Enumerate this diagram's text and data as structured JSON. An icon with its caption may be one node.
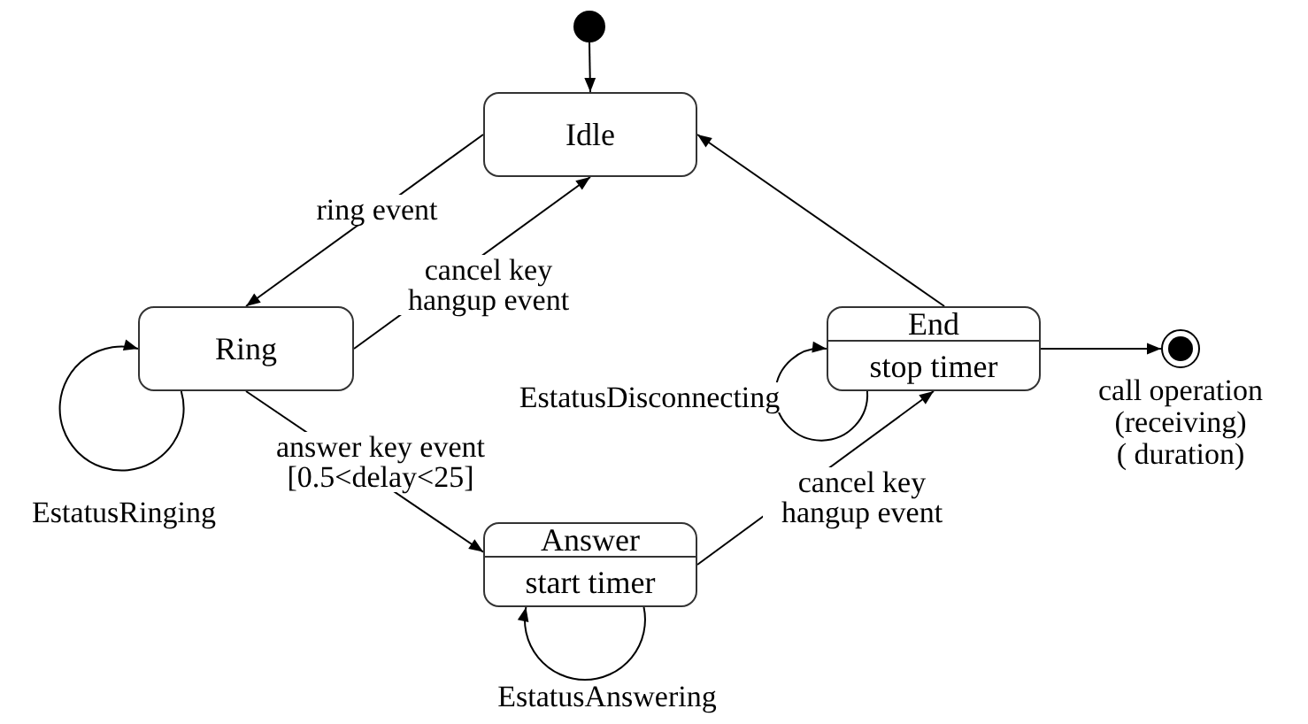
{
  "diagram": {
    "nodes": [
      {
        "text": [],
        "shape": "circle"
      },
      {
        "text": [
          "Idle"
        ]
      },
      {
        "text": [
          "Ring"
        ]
      },
      {
        "text": [
          "Answer",
          "start timer"
        ]
      },
      {
        "text": [
          "End",
          "stop timer"
        ]
      },
      {
        "text": [],
        "shape": "bullseye",
        "beside": [
          "call operation",
          "(receiving)",
          "( duration)"
        ]
      }
    ],
    "edges": [
      {
        "from": 0,
        "to": 1,
        "arrow": "to"
      },
      {
        "from": 1,
        "to": 2,
        "arrow": "to",
        "label": "ring event"
      },
      {
        "from": 2,
        "to": 1,
        "arrow": "to",
        "label": "cancel key hangup event"
      },
      {
        "from": 2,
        "to": 2,
        "arrow": "to",
        "label": "EstatusRinging"
      },
      {
        "from": 2,
        "to": 3,
        "arrow": "to",
        "label": "answer key event [0.5<delay<25]"
      },
      {
        "from": 3,
        "to": 3,
        "arrow": "to",
        "label": "EstatusAnswering"
      },
      {
        "from": 3,
        "to": 4,
        "arrow": "to",
        "label": "cancel key hangup event"
      },
      {
        "from": 4,
        "to": 4,
        "arrow": "to",
        "label": "EstatusDisconnecting"
      },
      {
        "from": 4,
        "to": 1,
        "arrow": "to"
      },
      {
        "from": 4,
        "to": 5,
        "arrow": "to"
      }
    ]
  }
}
